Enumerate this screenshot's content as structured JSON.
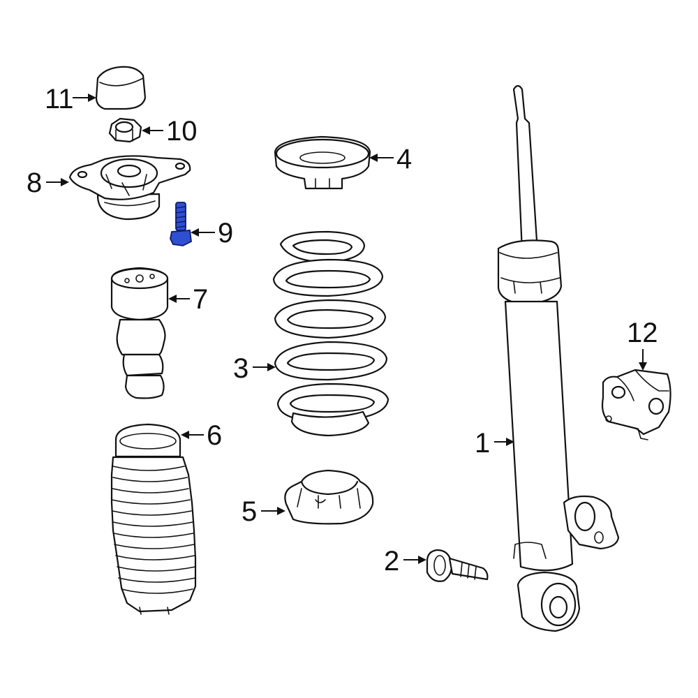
{
  "diagram": {
    "highlight_color": "#2f4fd1",
    "callouts": [
      {
        "id": "1",
        "label": "1"
      },
      {
        "id": "2",
        "label": "2"
      },
      {
        "id": "3",
        "label": "3"
      },
      {
        "id": "4",
        "label": "4"
      },
      {
        "id": "5",
        "label": "5"
      },
      {
        "id": "6",
        "label": "6"
      },
      {
        "id": "7",
        "label": "7"
      },
      {
        "id": "8",
        "label": "8"
      },
      {
        "id": "9",
        "label": "9"
      },
      {
        "id": "10",
        "label": "10"
      },
      {
        "id": "11",
        "label": "11"
      },
      {
        "id": "12",
        "label": "12"
      }
    ]
  }
}
